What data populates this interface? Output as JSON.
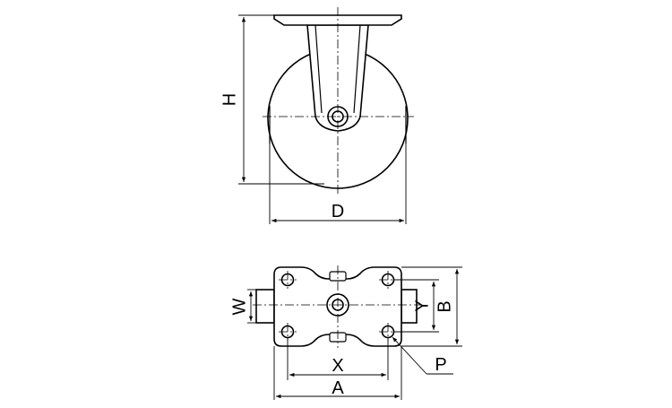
{
  "labels": {
    "H": "H",
    "D": "D",
    "W": "W",
    "X": "X",
    "A": "A",
    "Y": "Y",
    "B": "B",
    "P": "P"
  },
  "colors": {
    "line": "#000000",
    "fill": "#ffffff",
    "background": "#ffffff"
  }
}
